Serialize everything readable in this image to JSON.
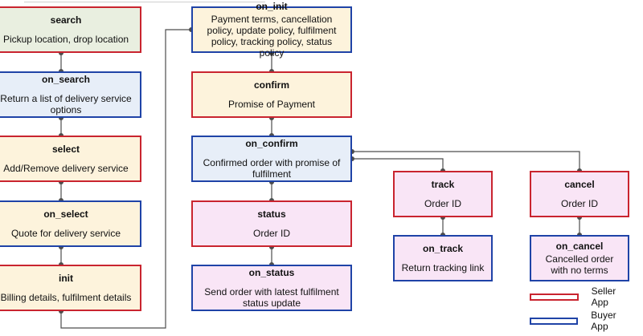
{
  "colors": {
    "seller_border": "#c9242f",
    "buyer_border": "#1f43a7",
    "connector": "#4d4d4d"
  },
  "nodes": {
    "search": {
      "title": "search",
      "desc": "Pickup location, drop location"
    },
    "on_search": {
      "title": "on_search",
      "desc": "Return a list of delivery service options"
    },
    "select": {
      "title": "select",
      "desc": "Add/Remove delivery service"
    },
    "on_select": {
      "title": "on_select",
      "desc": "Quote for  delivery service"
    },
    "init": {
      "title": "init",
      "desc": "Billing details, fulfilment details"
    },
    "on_init": {
      "title": "on_init",
      "desc": "Payment terms, cancellation policy, update policy, fulfilment policy, tracking policy, status policy"
    },
    "confirm": {
      "title": "confirm",
      "desc": "Promise of Payment"
    },
    "on_confirm": {
      "title": "on_confirm",
      "desc": "Confirmed order with promise of fulfilment"
    },
    "status": {
      "title": "status",
      "desc": "Order ID"
    },
    "on_status": {
      "title": "on_status",
      "desc": "Send order with latest fulfilment status update"
    },
    "track": {
      "title": "track",
      "desc": "Order ID"
    },
    "on_track": {
      "title": "on_track",
      "desc": "Return tracking link"
    },
    "cancel": {
      "title": "cancel",
      "desc": "Order ID"
    },
    "on_cancel": {
      "title": "on_cancel",
      "desc": "Cancelled order with no terms"
    }
  },
  "legend": {
    "seller": "Seller App",
    "buyer": "Buyer App"
  }
}
